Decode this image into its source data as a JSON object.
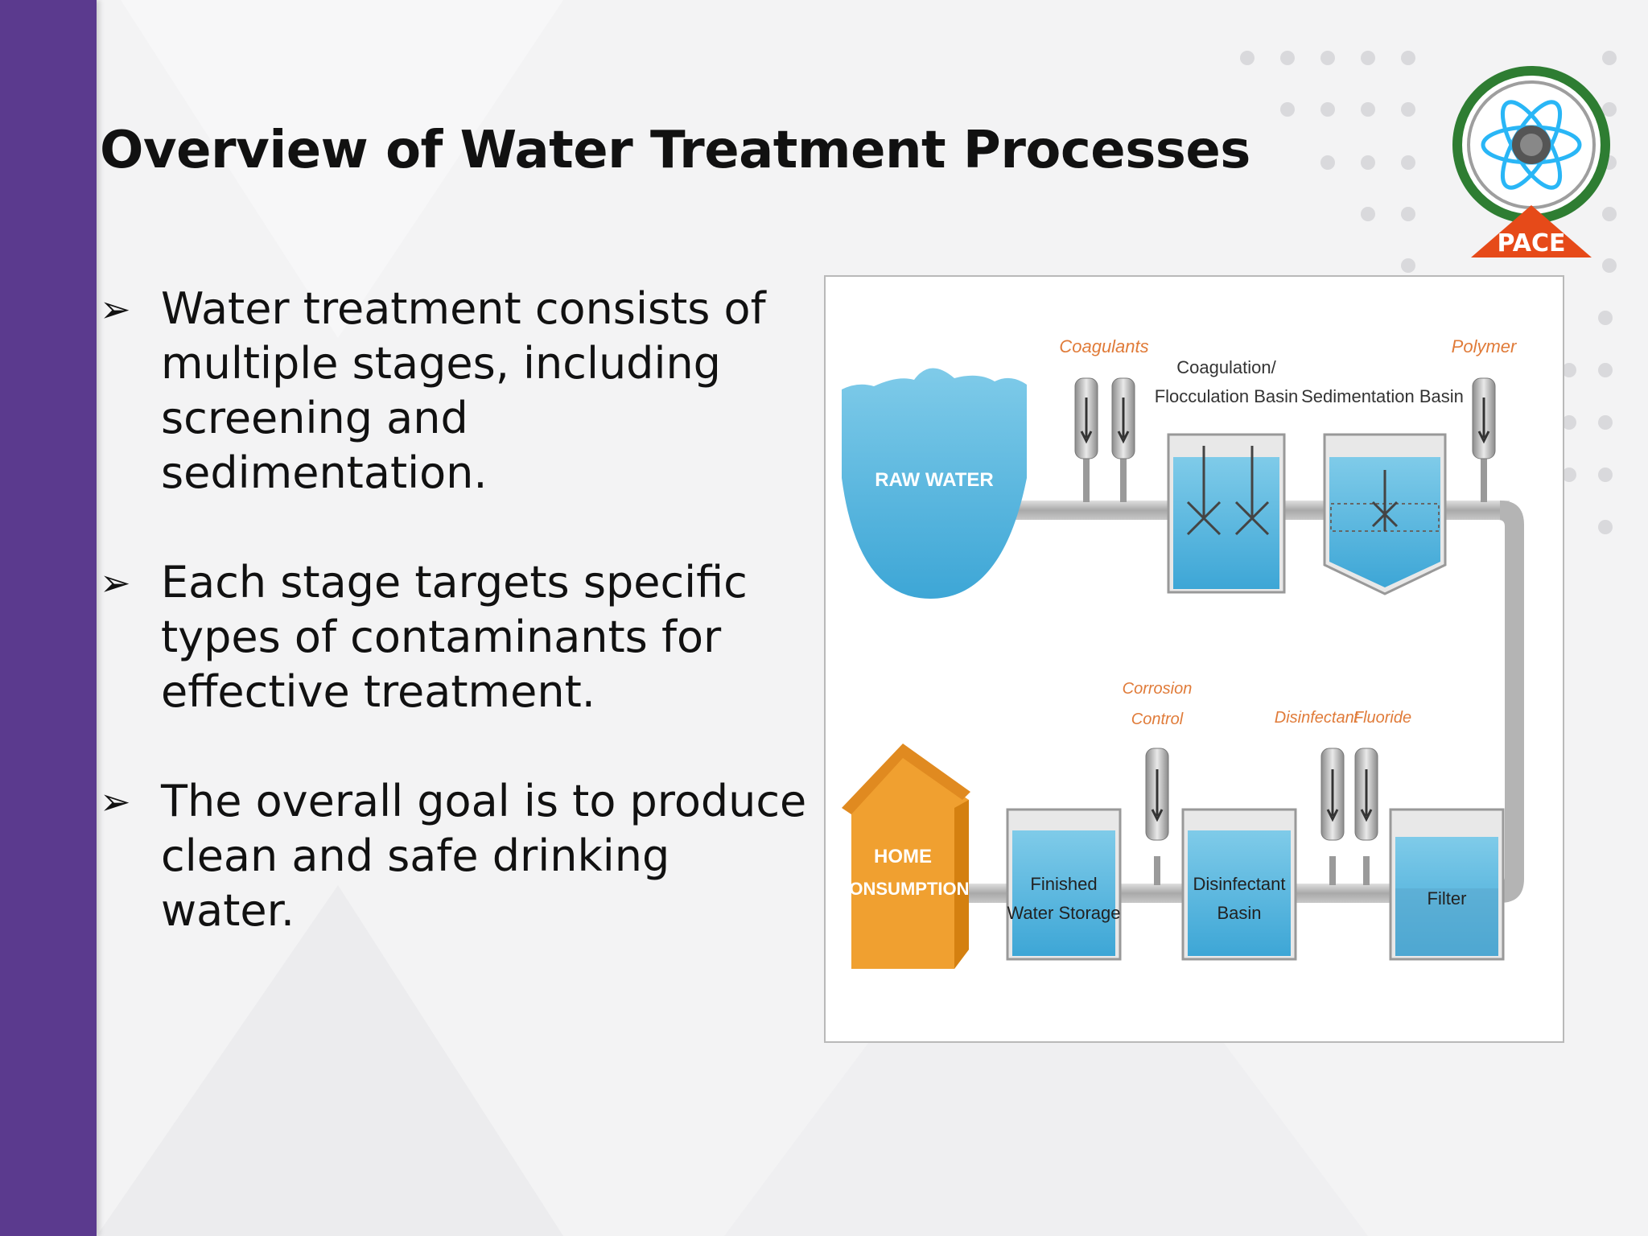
{
  "slide": {
    "title": "Overview of Water Treatment Processes",
    "bullets": [
      "Water treatment consists of multiple stages, including screening and sedimentation.",
      "Each stage targets specific types of contaminants for effective treatment.",
      "The overall goal is to produce clean and safe drinking water."
    ],
    "bullet_glyph": "➢"
  },
  "diagram": {
    "raw_water": "RAW WATER",
    "coagulants": "Coagulants",
    "coag_basin_line1": "Coagulation/",
    "coag_basin_line2": "Flocculation Basin",
    "sed_basin": "Sedimentation Basin",
    "polymer": "Polymer",
    "corrosion_line1": "Corrosion",
    "corrosion_line2": "Control",
    "disinfectant": "Disinfectant",
    "fluoride": "Fluoride",
    "home_line1": "HOME",
    "home_line2": "CONSUMPTION",
    "finished_line1": "Finished",
    "finished_line2": "Water Storage",
    "disinf_basin_line1": "Disinfectant",
    "disinf_basin_line2": "Basin",
    "filter": "Filter"
  },
  "logo": {
    "text": "PACE"
  },
  "colors": {
    "sidebar": "#5b3a8e",
    "water": "#4fb3dc",
    "chemical_label": "#e07b39",
    "house": "#f0a030"
  }
}
